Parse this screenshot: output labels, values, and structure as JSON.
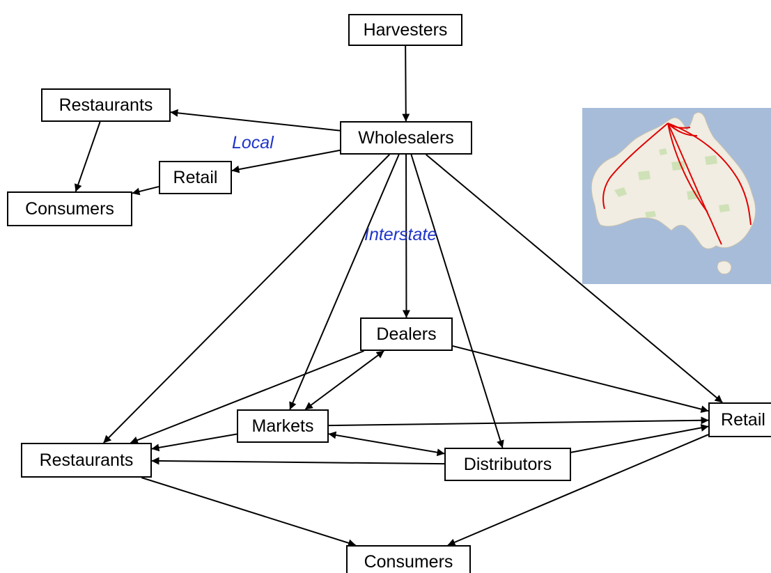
{
  "colors": {
    "edge": "#000000",
    "node_border": "#000000",
    "route_label": "#1f35c9",
    "map_ocean": "#a7bcd9",
    "map_land": "#f1ede2",
    "map_route": "#e00000"
  },
  "nodes": {
    "harvesters": "Harvesters",
    "wholesalers": "Wholesalers",
    "local_restaurants": "Restaurants",
    "local_retail": "Retail",
    "local_consumers": "Consumers",
    "dealers": "Dealers",
    "markets": "Markets",
    "distributors": "Distributors",
    "interstate_restaurants": "Restaurants",
    "interstate_retail": "Retail",
    "interstate_consumers": "Consumers"
  },
  "labels": {
    "local": "Local",
    "interstate": "Interstate"
  },
  "edges": [
    {
      "from": "harvesters",
      "to": "wholesalers",
      "arrow": "end"
    },
    {
      "from": "wholesalers",
      "to": "local_restaurants",
      "arrow": "end"
    },
    {
      "from": "wholesalers",
      "to": "local_retail",
      "arrow": "end"
    },
    {
      "from": "local_restaurants",
      "to": "local_consumers",
      "arrow": "end"
    },
    {
      "from": "local_retail",
      "to": "local_consumers",
      "arrow": "end"
    },
    {
      "from": "wholesalers",
      "to": "dealers",
      "arrow": "end"
    },
    {
      "from": "wholesalers",
      "to": "interstate_restaurants",
      "arrow": "end"
    },
    {
      "from": "wholesalers",
      "to": "markets",
      "arrow": "end"
    },
    {
      "from": "wholesalers",
      "to": "distributors",
      "arrow": "end"
    },
    {
      "from": "wholesalers",
      "to": "interstate_retail",
      "arrow": "end"
    },
    {
      "from": "dealers",
      "to": "markets",
      "arrow": "both"
    },
    {
      "from": "dealers",
      "to": "interstate_restaurants",
      "arrow": "end"
    },
    {
      "from": "dealers",
      "to": "interstate_retail",
      "arrow": "end"
    },
    {
      "from": "markets",
      "to": "interstate_restaurants",
      "arrow": "end"
    },
    {
      "from": "markets",
      "to": "interstate_retail",
      "arrow": "end"
    },
    {
      "from": "markets",
      "to": "distributors",
      "arrow": "both"
    },
    {
      "from": "distributors",
      "to": "interstate_restaurants",
      "arrow": "end"
    },
    {
      "from": "distributors",
      "to": "interstate_retail",
      "arrow": "end"
    },
    {
      "from": "interstate_restaurants",
      "to": "interstate_consumers",
      "arrow": "end"
    },
    {
      "from": "interstate_retail",
      "to": "interstate_consumers",
      "arrow": "end"
    }
  ],
  "map": {
    "icon": "australia-map-icon"
  }
}
